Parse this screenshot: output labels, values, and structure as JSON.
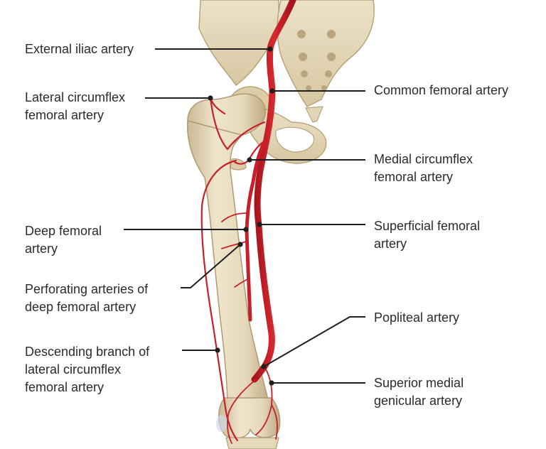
{
  "labels": {
    "external_iliac": [
      "External iliac artery"
    ],
    "lateral_circumflex": [
      "Lateral circumflex",
      "femoral artery"
    ],
    "common_femoral": [
      "Common femoral artery"
    ],
    "medial_circumflex": [
      "Medial circumflex",
      "femoral artery"
    ],
    "deep_femoral": [
      "Deep femoral",
      "artery"
    ],
    "superficial_femoral": [
      "Superficial femoral",
      "artery"
    ],
    "perforating": [
      "Perforating arteries of",
      "deep femoral artery"
    ],
    "popliteal": [
      "Popliteal artery"
    ],
    "descending_branch": [
      "Descending branch of",
      "lateral circumflex",
      "femoral artery"
    ],
    "superior_medial_genicular": [
      "Superior medial",
      "genicular artery"
    ]
  },
  "colors": {
    "bone": "#e8dcc0",
    "bone_shadow": "#c7b48f",
    "artery": "#c8202a",
    "artery_dark": "#9b1119",
    "leader": "#1f1f1f",
    "text": "#2b2b2b"
  }
}
